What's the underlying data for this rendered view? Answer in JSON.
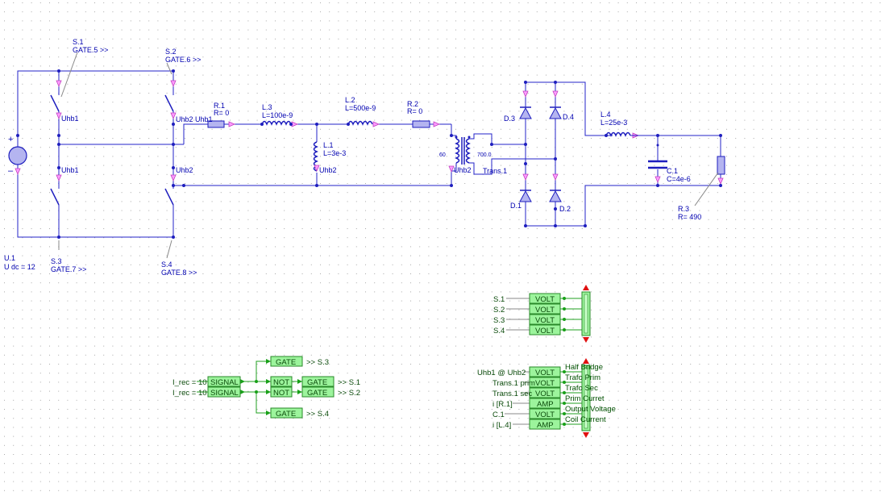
{
  "labels": {
    "s1_name": "S.1",
    "s1_gate": "GATE.5 >>",
    "s2_name": "S.2",
    "s2_gate": "GATE.6 >>",
    "s3_name": "S.3",
    "s3_gate": "GATE.7 >>",
    "s4_name": "S.4",
    "s4_gate": "GATE.8 >>",
    "u1_name": "U.1",
    "u1_val": "U dc = 12",
    "r1_name": "R.1",
    "r1_val": "R= 0",
    "l3_name": "L.3",
    "l3_val": "L=100e-9",
    "l2_name": "L.2",
    "l2_val": "L=500e-9",
    "r2_name": "R.2",
    "r2_val": "R= 0",
    "l1_name": "L.1",
    "l1_val": "L=3e-3",
    "l4_name": "L.4",
    "l4_val": "L=25e-3",
    "c1_name": "C.1",
    "c1_val": "C=4e-6",
    "r3_name": "R.3",
    "r3_val": "R= 490",
    "d1": "D.1",
    "d2": "D.2",
    "d3": "D.3",
    "d4": "D.4",
    "trans": "Trans.1",
    "trans_n1": "60",
    "trans_n2": "700.0",
    "uhb1_a": "Uhb1",
    "uhb1_b": "Uhb1",
    "uhb1_c": "Uhb1",
    "uhb2_a": "Uhb2",
    "uhb2_b": "Uhb2",
    "uhb2_c": "Uhb2",
    "uhb2_d": "Uhb2",
    "plus": "+",
    "minus": "–"
  },
  "gate_logic": {
    "inputs": [
      "I_rec = 10",
      "I_rec = 10"
    ],
    "signal": "SIGNAL",
    "not": "NOT",
    "gate": "GATE",
    "outputs": [
      ">> S.3",
      ">> S.1",
      ">> S.2",
      ">> S.4"
    ]
  },
  "scope1": {
    "inputs": [
      "S.1",
      "S.2",
      "S.3",
      "S.4"
    ],
    "probe": "VOLT"
  },
  "scope2": {
    "inputs": [
      "Uhb1 @ Uhb2",
      "Trans.1 prim",
      "Trans.1 sec",
      "i [R.1]",
      "C.1",
      "i [L.4]"
    ],
    "probes": [
      "VOLT",
      "VOLT",
      "VOLT",
      "AMP",
      "VOLT",
      "AMP"
    ],
    "outputs": [
      "Half Bridge",
      "Trafo Prim",
      "Trafo Sec",
      "Prim Curret",
      "Output Voltage",
      "Coil Current"
    ]
  },
  "colors": {
    "wire": "#2323c8",
    "signal_wire": "#20a020",
    "block_fill": "#9cf49c",
    "pin": "#ff9cff"
  }
}
